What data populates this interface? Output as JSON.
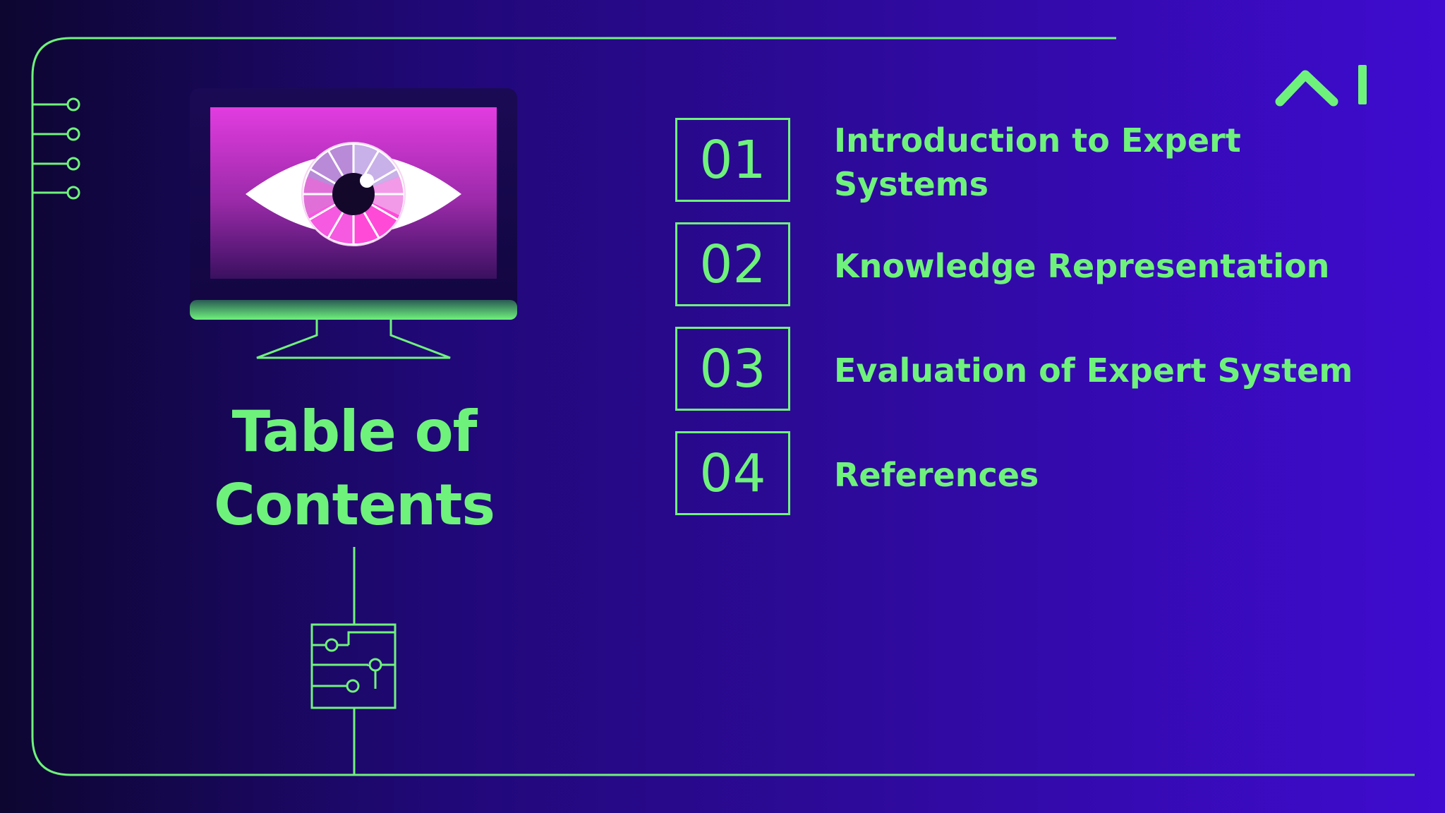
{
  "slide": {
    "title_line1": "Table of",
    "title_line2": "Contents"
  },
  "items": [
    {
      "number": "01",
      "label": "Introduction to Expert Systems"
    },
    {
      "number": "02",
      "label": "Knowledge Representation"
    },
    {
      "number": "03",
      "label": "Evaluation of Expert System"
    },
    {
      "number": "04",
      "label": "References"
    }
  ],
  "colors": {
    "accent": "#6ff27c",
    "screen_pink": "#e040d8",
    "background_dark": "#0d0630",
    "background_light": "#3f0bd0"
  },
  "icons": [
    "monitor-eye-icon",
    "circuit-chip-icon",
    "ai-logo-icon",
    "circuit-nodes-icon"
  ]
}
